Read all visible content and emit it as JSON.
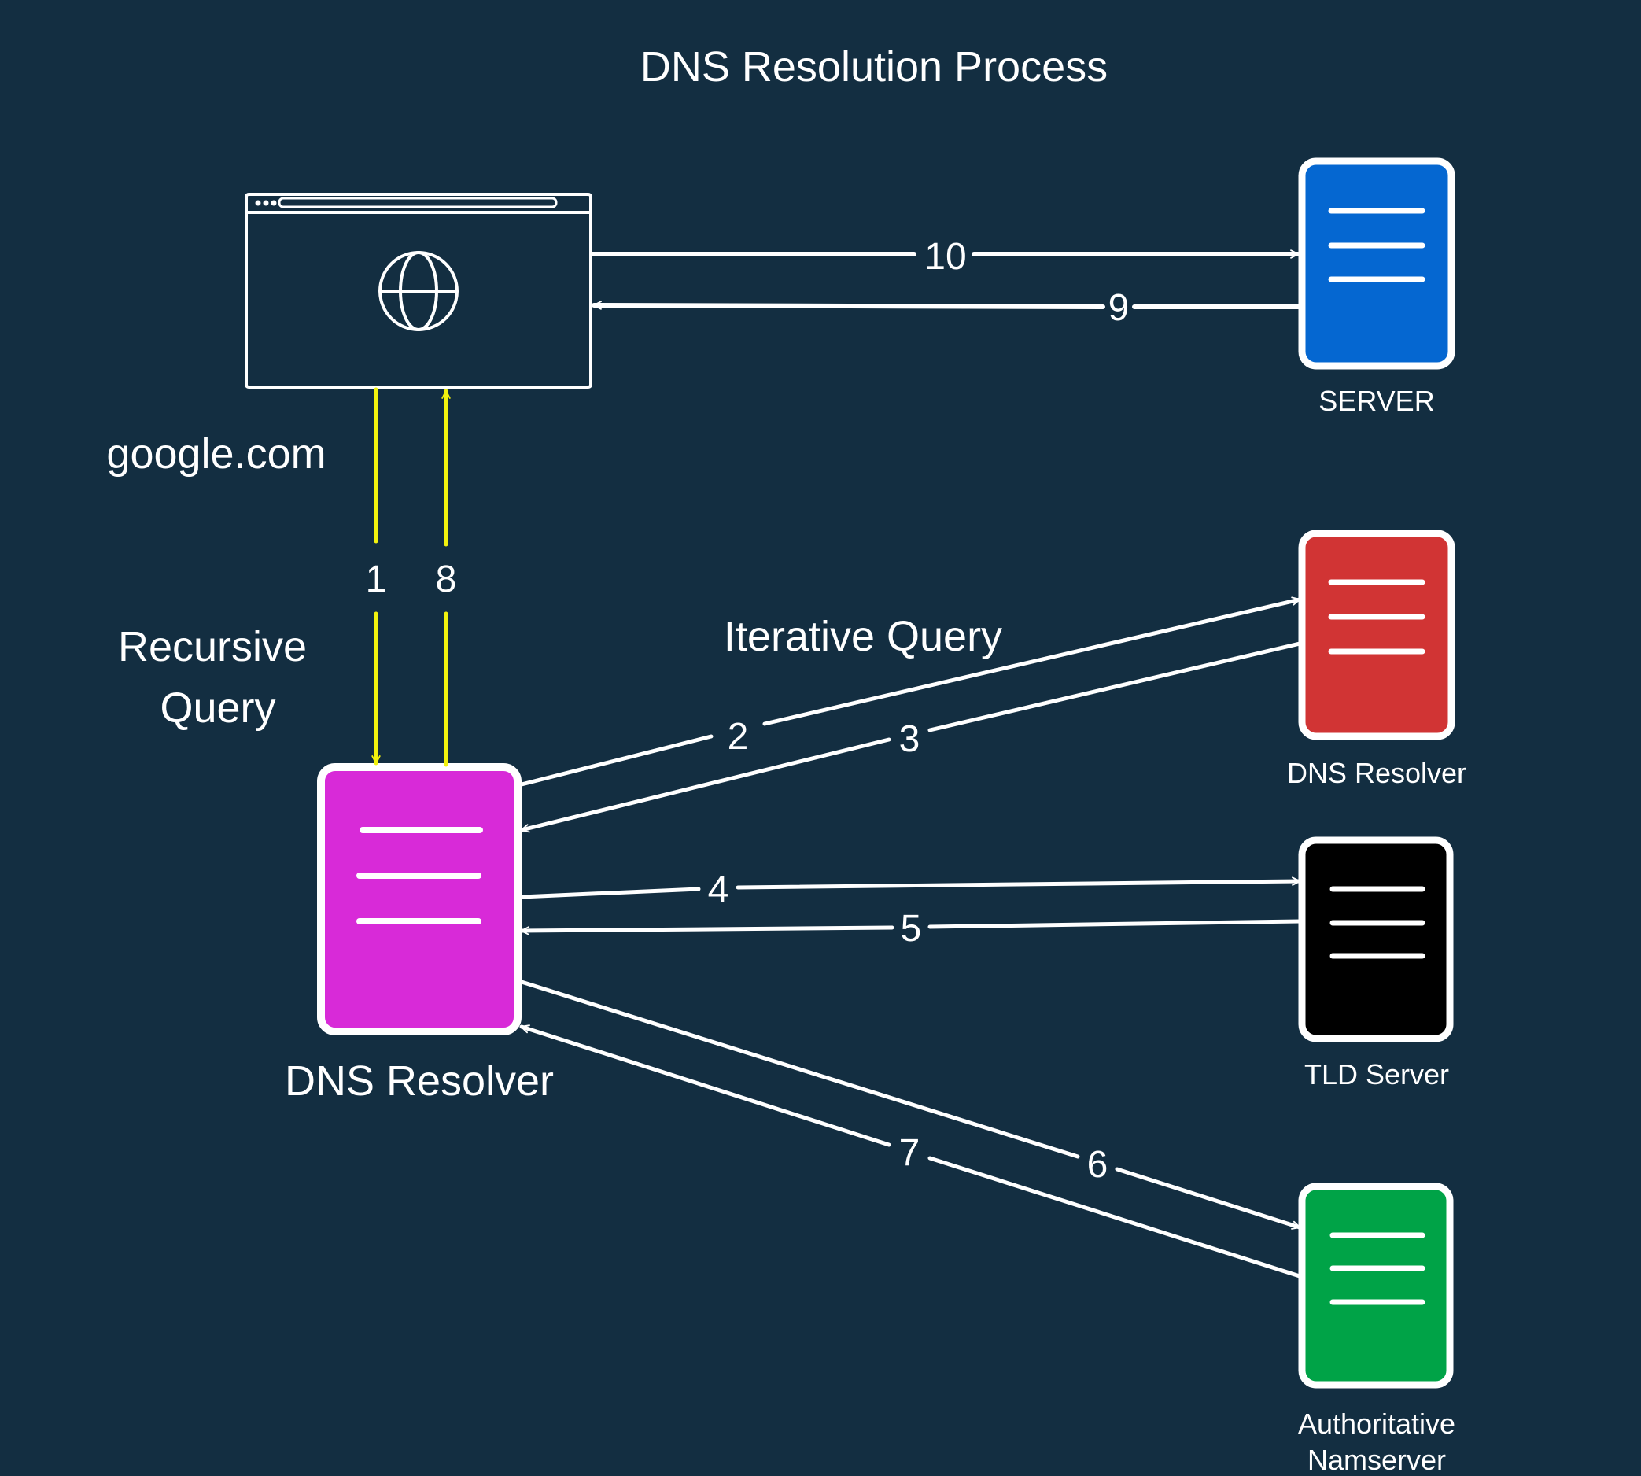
{
  "title": "DNS Resolution Process",
  "browser": {
    "domain_label": "google.com",
    "icon": "globe-icon"
  },
  "annotations": {
    "recursive_query_line1": "Recursive",
    "recursive_query_line2": "Query",
    "iterative_query": "Iterative Query"
  },
  "nodes": {
    "local_resolver": {
      "label": "DNS Resolver",
      "color": "#d82ad8",
      "icon": "server-icon"
    },
    "web_server": {
      "label": "SERVER",
      "color": "#0567d1",
      "icon": "server-icon"
    },
    "root_resolver": {
      "label": "DNS Resolver",
      "color": "#d13434",
      "icon": "server-icon"
    },
    "tld_server": {
      "label": "TLD Server",
      "color": "#000000",
      "icon": "server-icon"
    },
    "authoritative": {
      "label_line1": "Authoritative",
      "label_line2": "Namserver",
      "color": "#00a347",
      "icon": "server-icon"
    }
  },
  "steps": {
    "s1": "1",
    "s2": "2",
    "s3": "3",
    "s4": "4",
    "s5": "5",
    "s6": "6",
    "s7": "7",
    "s8": "8",
    "s9": "9",
    "s10": "10"
  },
  "colors": {
    "background": "#132e41",
    "recursive_arrow": "#f2f20e",
    "iterative_arrow": "#ffffff"
  }
}
